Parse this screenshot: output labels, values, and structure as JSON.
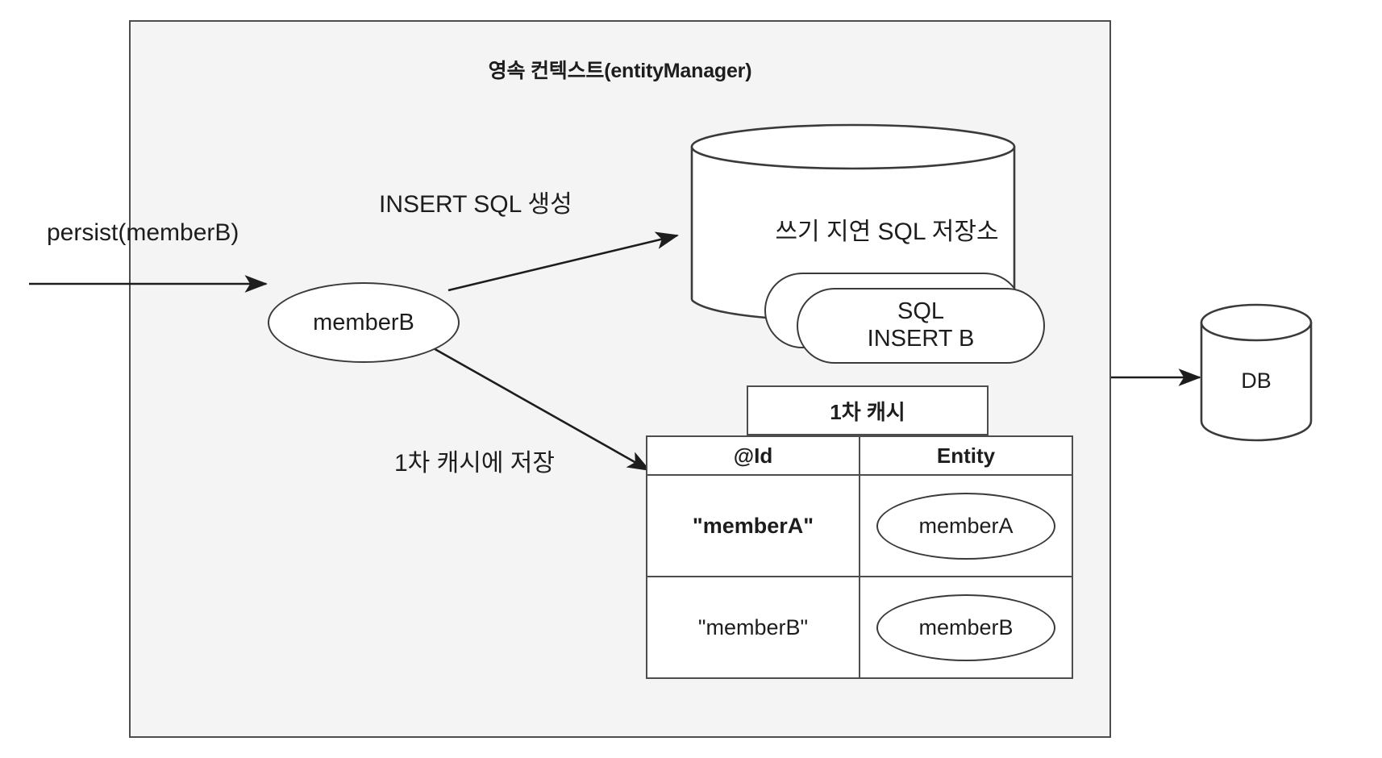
{
  "diagram": {
    "title": "영속 컨텍스트(entityManager)",
    "background_color": "#f4f4f4",
    "stroke_color": "#3a3a3a"
  },
  "labels": {
    "persist_call": "persist(memberB)",
    "insert_sql": "INSERT SQL 생성",
    "cache_save": "1차 캐시에 저장"
  },
  "incoming_entity": {
    "name": "memberB"
  },
  "sql_store": {
    "title": "쓰기 지연 SQL 저장소",
    "items": [
      {
        "line1": "SQL",
        "line2": "INSERT B"
      }
    ]
  },
  "first_level_cache": {
    "title": "1차 캐시",
    "columns": [
      "@Id",
      "Entity"
    ],
    "rows": [
      {
        "id": "\"memberA\"",
        "entity": "memberA",
        "id_bold": true
      },
      {
        "id": "\"memberB\"",
        "entity": "memberB",
        "id_bold": false
      }
    ]
  },
  "database": {
    "label": "DB"
  }
}
